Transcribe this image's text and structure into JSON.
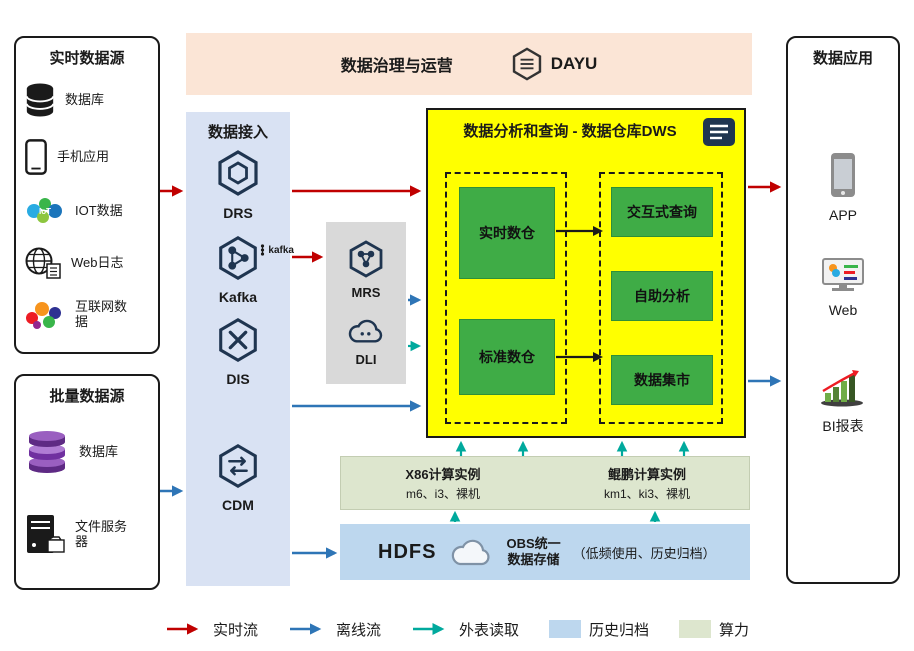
{
  "colors": {
    "realtime_flow": "#c00000",
    "offline_flow": "#2e75b6",
    "external_read": "#00a99d",
    "archive_fill": "#bdd7ee",
    "compute_fill": "#dde6ce",
    "governance_fill": "#fbe5d6",
    "ingestion_fill": "#d9e2f3",
    "dws_fill": "#ffff00",
    "green_box": "#3fac46",
    "gray_panel": "#d9d9d9"
  },
  "realtime_sources": {
    "title": "实时数据源",
    "items": [
      {
        "label": "数据库",
        "icon": "database-icon"
      },
      {
        "label": "手机应用",
        "icon": "mobile-phone-icon"
      },
      {
        "label": "IOT数据",
        "icon": "iot-icon"
      },
      {
        "label": "Web日志",
        "icon": "globe-log-icon"
      },
      {
        "label": "互联网数据",
        "icon": "internet-data-icon"
      }
    ]
  },
  "batch_sources": {
    "title": "批量数据源",
    "items": [
      {
        "label": "数据库",
        "icon": "database-stack-icon"
      },
      {
        "label": "文件服务器",
        "icon": "file-server-icon"
      }
    ]
  },
  "governance": {
    "title": "数据治理与运营",
    "product": "DAYU"
  },
  "ingestion": {
    "title": "数据接入",
    "items": [
      {
        "label": "DRS",
        "icon": "drs-hexagon-icon"
      },
      {
        "label": "Kafka",
        "icon": "kafka-hexagon-icon",
        "wordmark": "kafka"
      },
      {
        "label": "DIS",
        "icon": "dis-hexagon-icon"
      },
      {
        "label": "CDM",
        "icon": "cdm-hexagon-icon"
      }
    ]
  },
  "middleware": {
    "items": [
      {
        "label": "MRS",
        "icon": "mrs-hexagon-icon"
      },
      {
        "label": "DLI",
        "icon": "dli-cloud-icon"
      }
    ]
  },
  "dws": {
    "title": "数据分析和查询 - 数据仓库DWS",
    "warehouses": [
      "实时数仓",
      "标准数仓"
    ],
    "services": [
      "交互式查询",
      "自助分析",
      "数据集市"
    ]
  },
  "compute": {
    "x86": {
      "title": "X86计算实例",
      "models": "m6、i3、裸机"
    },
    "kunpeng": {
      "title": "鲲鹏计算实例",
      "models": "km1、ki3、裸机"
    }
  },
  "storage": {
    "hdfs": "HDFS",
    "obs_title": "OBS统一",
    "obs_title2": "数据存储",
    "obs_note": "（低频使用、历史归档）"
  },
  "applications": {
    "title": "数据应用",
    "items": [
      {
        "label": "APP",
        "icon": "app-phone-icon"
      },
      {
        "label": "Web",
        "icon": "web-monitor-icon"
      },
      {
        "label": "BI报表",
        "icon": "bi-chart-icon"
      }
    ]
  },
  "legend": {
    "realtime": "实时流",
    "offline": "离线流",
    "external": "外表读取",
    "archive": "历史归档",
    "compute": "算力"
  }
}
